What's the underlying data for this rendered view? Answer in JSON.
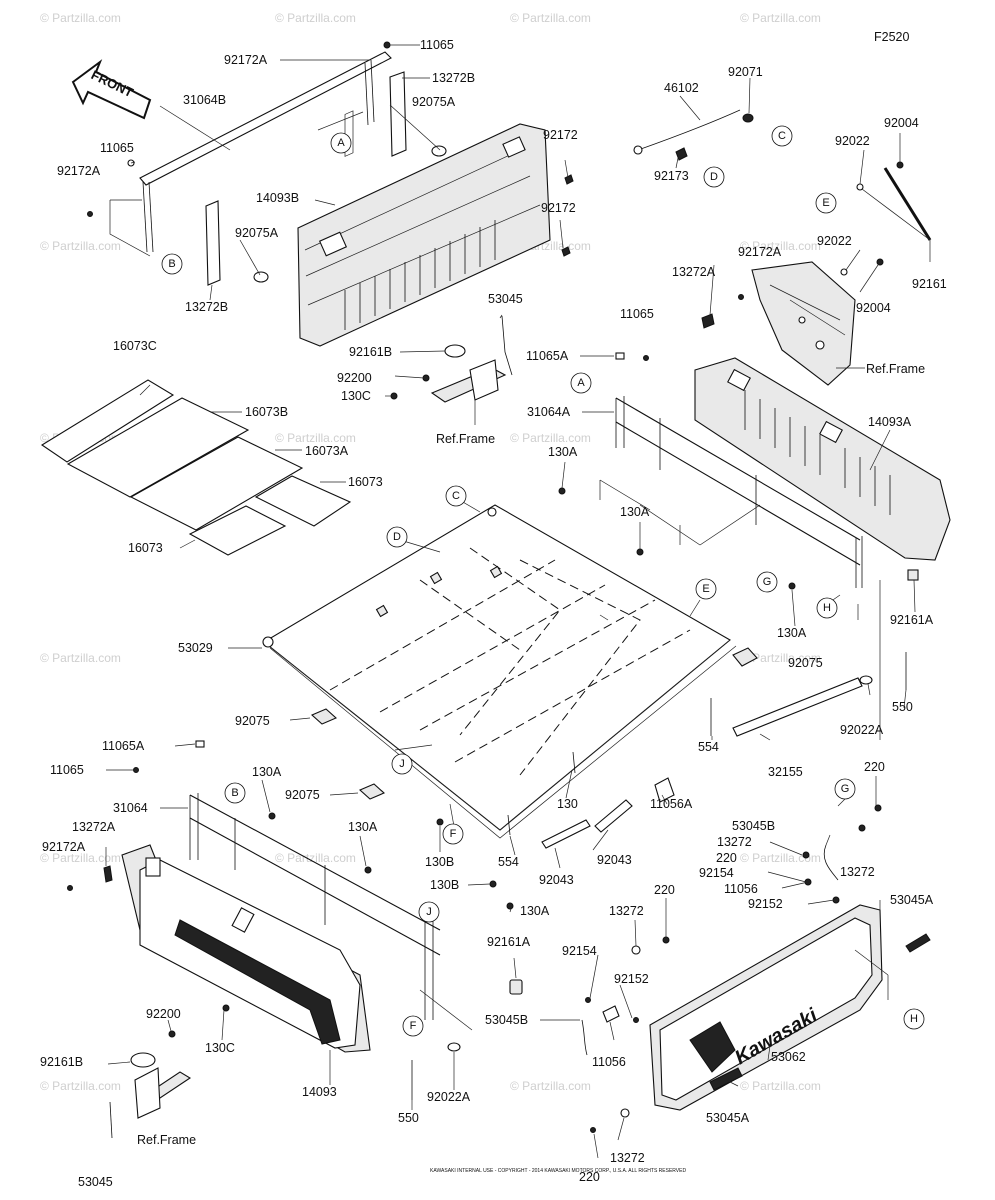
{
  "figure_code": "F2520",
  "front_label": "FRONT",
  "watermark": "© Partzilla.com",
  "footer_text": "KAWASAKI INTERNAL USE - COPYRIGHT - 2014 KAWASAKI MOTORS CORP., U.S.A. ALL RIGHTS RESERVED",
  "ref_labels": [
    "Ref.Frame",
    "Ref.Frame",
    "Ref.Frame"
  ],
  "brand_text": "Kawasaki",
  "callouts": [
    "A",
    "B",
    "C",
    "D",
    "E",
    "A",
    "C",
    "D",
    "E",
    "G",
    "H",
    "J",
    "F",
    "B",
    "J",
    "F",
    "G",
    "H"
  ],
  "part_labels": [
    "11065",
    "92172A",
    "13272B",
    "31064B",
    "92075A",
    "11065",
    "92172A",
    "14093B",
    "92172",
    "92172",
    "92075A",
    "13272B",
    "46102",
    "92071",
    "92173",
    "92022",
    "92004",
    "92022",
    "92161",
    "92004",
    "92172A",
    "13272A",
    "53045",
    "92161B",
    "92200",
    "130C",
    "11065",
    "11065A",
    "31064A",
    "130A",
    "130A",
    "14093A",
    "92161A",
    "130A",
    "92075",
    "16073C",
    "16073B",
    "16073A",
    "16073",
    "16073",
    "53029",
    "92075",
    "92075",
    "550",
    "92022A",
    "554",
    "32155",
    "11065A",
    "11065",
    "31064",
    "130A",
    "13272A",
    "92172A",
    "130A",
    "130",
    "11056A",
    "130B",
    "554",
    "130B",
    "92043",
    "92043",
    "220",
    "53045B",
    "13272",
    "220",
    "13272",
    "92154",
    "11056",
    "92152",
    "220",
    "53045A",
    "13272",
    "92154",
    "92152",
    "130A",
    "92161A",
    "53045B",
    "11056",
    "53062",
    "92200",
    "130C",
    "92161B",
    "14093",
    "550",
    "92022A",
    "53045A",
    "13272",
    "220",
    "53045"
  ]
}
